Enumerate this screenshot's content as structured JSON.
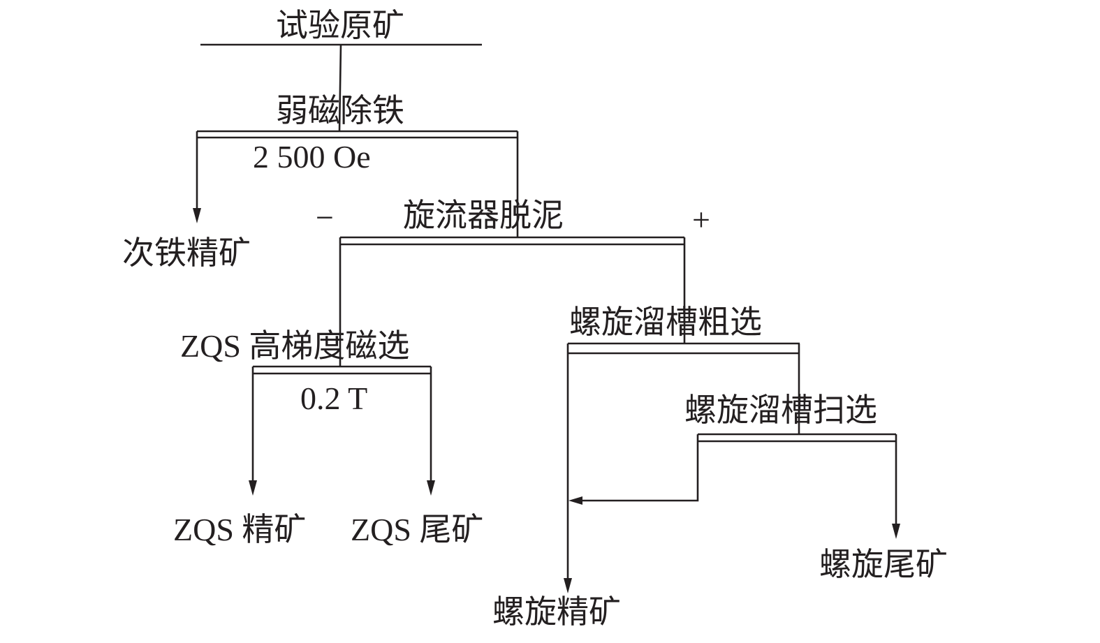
{
  "nodes": {
    "feed": "试验原矿",
    "weak_mag": "弱磁除铁",
    "weak_mag_field": "2 500  Oe",
    "secondary_iron_conc": "次铁精矿",
    "cyclone": "旋流器脱泥",
    "minus": "−",
    "plus": "+",
    "zqs": "ZQS 高梯度磁选",
    "zqs_field": "0.2 T",
    "zqs_conc": "ZQS 精矿",
    "zqs_tail": "ZQS 尾矿",
    "spiral_rough": "螺旋溜槽粗选",
    "spiral_scav": "螺旋溜槽扫选",
    "spiral_tail": "螺旋尾矿",
    "spiral_conc": "螺旋精矿"
  },
  "colors": {
    "line": "#231f20"
  }
}
